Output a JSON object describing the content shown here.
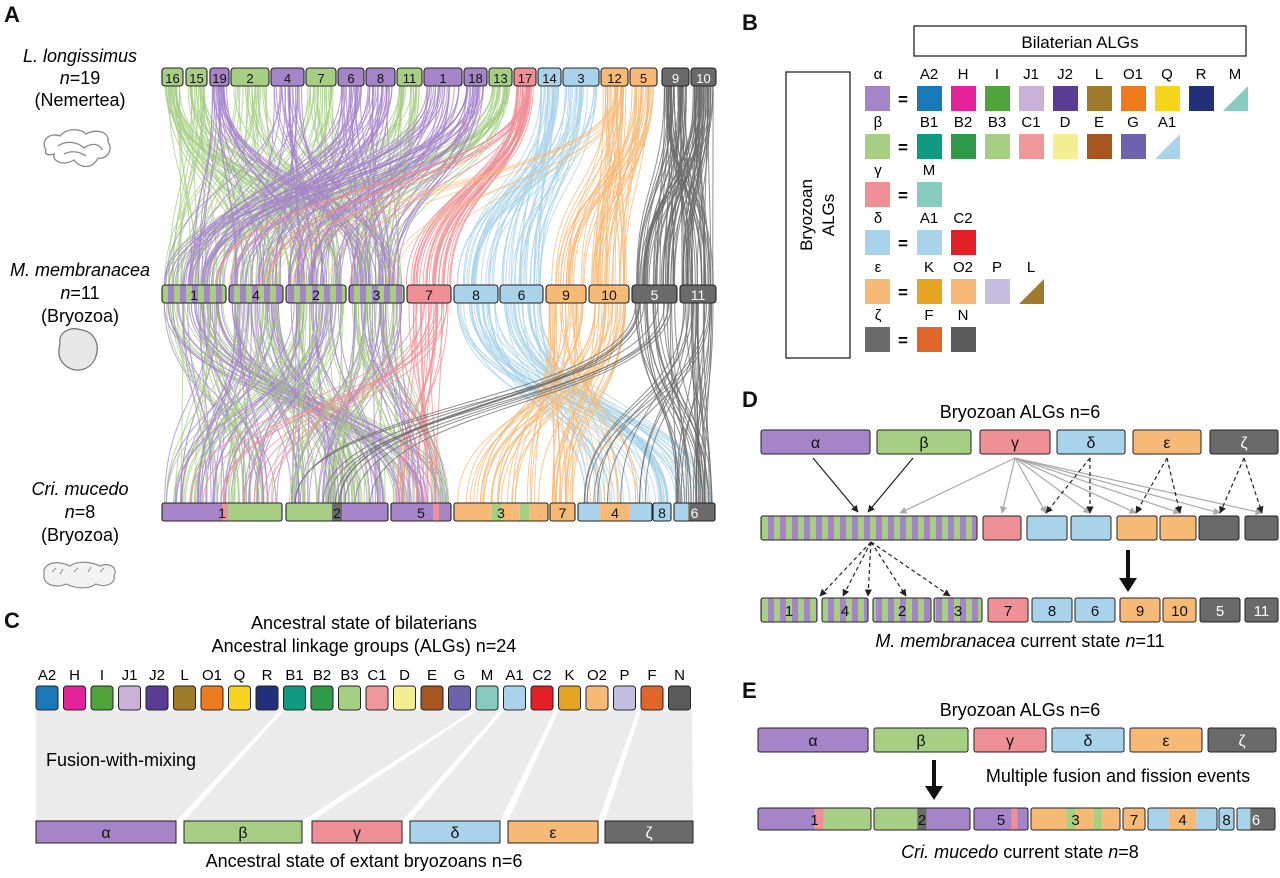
{
  "colors": {
    "A2": "#1878b8",
    "H": "#e4239a",
    "I": "#4fa33a",
    "J1": "#c9b1d8",
    "J2": "#5b3c94",
    "L": "#9e7a2a",
    "O1": "#ef7b1f",
    "Q": "#f7d51c",
    "R": "#22307a",
    "B1": "#0f9b81",
    "B2": "#2f9a47",
    "B3": "#a6cf84",
    "C1": "#ef979a",
    "D": "#f5ee93",
    "E": "#a8561f",
    "G": "#6f62ac",
    "M": "#86cbbd",
    "A1": "#a8d3ea",
    "C2": "#e32027",
    "K": "#e6a623",
    "O2": "#f6ba76",
    "P": "#c5bedf",
    "F": "#e0662a",
    "N": "#5a5a5a",
    "alpha": "#a584c8",
    "beta": "#a6cf84",
    "gamma": "#ef8f96",
    "delta": "#a8d3ea",
    "epsilon": "#f6ba76",
    "zeta": "#6a6a6a"
  },
  "panel_a": {
    "letter": "A",
    "species": [
      {
        "name": "L. longissimus",
        "n_label": "n",
        "n_value": "=19",
        "clade": "(Nemertea)"
      },
      {
        "name": "M. membranacea",
        "n_label": "n",
        "n_value": "=11",
        "clade": "(Bryozoa)"
      },
      {
        "name": "Cri. mucedo",
        "n_label": "n",
        "n_value": "=8",
        "clade": "(Bryozoa)"
      }
    ],
    "top_chromosomes": [
      {
        "label": "16",
        "color": "beta"
      },
      {
        "label": "15",
        "color": "beta"
      },
      {
        "label": "19",
        "color": "alpha"
      },
      {
        "label": "2",
        "color": "beta"
      },
      {
        "label": "4",
        "color": "alpha"
      },
      {
        "label": "7",
        "color": "beta"
      },
      {
        "label": "6",
        "color": "alpha"
      },
      {
        "label": "8",
        "color": "alpha"
      },
      {
        "label": "11",
        "color": "beta"
      },
      {
        "label": "1",
        "color": "alpha"
      },
      {
        "label": "18",
        "color": "alpha"
      },
      {
        "label": "13",
        "color": "beta"
      },
      {
        "label": "17",
        "color": "gamma"
      },
      {
        "label": "14",
        "color": "delta"
      },
      {
        "label": "3",
        "color": "delta"
      },
      {
        "label": "12",
        "color": "epsilon"
      },
      {
        "label": "5",
        "color": "epsilon"
      },
      {
        "label": "9",
        "color": "zeta"
      },
      {
        "label": "10",
        "color": "zeta"
      }
    ],
    "mid_chromosomes": [
      {
        "label": "1",
        "color": "ab"
      },
      {
        "label": "4",
        "color": "ab"
      },
      {
        "label": "2",
        "color": "ab"
      },
      {
        "label": "3",
        "color": "ab"
      },
      {
        "label": "7",
        "color": "gamma"
      },
      {
        "label": "8",
        "color": "delta"
      },
      {
        "label": "6",
        "color": "delta"
      },
      {
        "label": "9",
        "color": "epsilon"
      },
      {
        "label": "10",
        "color": "epsilon"
      },
      {
        "label": "5",
        "color": "zeta"
      },
      {
        "label": "11",
        "color": "zeta"
      }
    ],
    "bottom_chromosomes": [
      "1",
      "2",
      "5",
      "3",
      "7",
      "4",
      "8",
      "6"
    ]
  },
  "panel_b": {
    "letter": "B",
    "header": "Bilaterian ALGs",
    "side_label_1": "Bryozoan",
    "side_label_2": "ALGs",
    "rows": [
      {
        "greek": "α",
        "color": "alpha",
        "items": [
          [
            "A2",
            "A2"
          ],
          [
            "H",
            "H"
          ],
          [
            "I",
            "I"
          ],
          [
            "J1",
            "J1"
          ],
          [
            "J2",
            "J2"
          ],
          [
            "L",
            "L"
          ],
          [
            "O1",
            "O1"
          ],
          [
            "Q",
            "Q"
          ],
          [
            "R",
            "R"
          ],
          [
            "M",
            "M"
          ]
        ],
        "partial": "M"
      },
      {
        "greek": "β",
        "color": "beta",
        "items": [
          [
            "B1",
            "B1"
          ],
          [
            "B2",
            "B2"
          ],
          [
            "B3",
            "B3"
          ],
          [
            "C1",
            "C1"
          ],
          [
            "D",
            "D"
          ],
          [
            "E",
            "E"
          ],
          [
            "G",
            "G"
          ],
          [
            "A1",
            "A1"
          ]
        ],
        "partial": "A1"
      },
      {
        "greek": "γ",
        "color": "gamma",
        "items": [
          [
            "M",
            "M"
          ]
        ],
        "partial": ""
      },
      {
        "greek": "δ",
        "color": "delta",
        "items": [
          [
            "A1",
            "A1"
          ],
          [
            "C2",
            "C2"
          ]
        ],
        "partial": ""
      },
      {
        "greek": "ε",
        "color": "epsilon",
        "items": [
          [
            "K",
            "K"
          ],
          [
            "O2",
            "O2"
          ],
          [
            "P",
            "P"
          ],
          [
            "L",
            "L"
          ]
        ],
        "partial": "L"
      },
      {
        "greek": "ζ",
        "color": "zeta",
        "items": [
          [
            "F",
            "F"
          ],
          [
            "N",
            "N"
          ]
        ],
        "partial": ""
      }
    ]
  },
  "panel_c": {
    "letter": "C",
    "title_1": "Ancestral state of bilaterians",
    "title_2": "Ancestral linkage groups (ALGs) n=24",
    "algs": [
      "A2",
      "H",
      "I",
      "J1",
      "J2",
      "L",
      "O1",
      "Q",
      "R",
      "B1",
      "B2",
      "B3",
      "C1",
      "D",
      "E",
      "G",
      "M",
      "A1",
      "C2",
      "K",
      "O2",
      "P",
      "F",
      "N"
    ],
    "fusion_label": "Fusion-with-mixing",
    "bryozoan": [
      [
        "α",
        "alpha"
      ],
      [
        "β",
        "beta"
      ],
      [
        "γ",
        "gamma"
      ],
      [
        "δ",
        "delta"
      ],
      [
        "ε",
        "epsilon"
      ],
      [
        "ζ",
        "zeta"
      ]
    ],
    "bottom_label": "Ancestral state of extant bryozoans n=6"
  },
  "panel_d": {
    "letter": "D",
    "title": "Bryozoan ALGs n=6",
    "greek": [
      "α",
      "β",
      "γ",
      "δ",
      "ε",
      "ζ"
    ],
    "current": [
      "1",
      "4",
      "2",
      "3",
      "7",
      "8",
      "6",
      "9",
      "10",
      "5",
      "11"
    ],
    "caption_species": "M. membranacea",
    "caption_rest": " current state ",
    "caption_n": "n",
    "caption_val": "=11"
  },
  "panel_e": {
    "letter": "E",
    "title": "Bryozoan ALGs n=6",
    "greek": [
      "α",
      "β",
      "γ",
      "δ",
      "ε",
      "ζ"
    ],
    "events": "Multiple fusion and fission events",
    "current": [
      "1",
      "2",
      "5",
      "3",
      "7",
      "4",
      "8",
      "6"
    ],
    "caption_species": "Cri. mucedo",
    "caption_rest": " current state ",
    "caption_n": "n",
    "caption_val": "=8"
  }
}
